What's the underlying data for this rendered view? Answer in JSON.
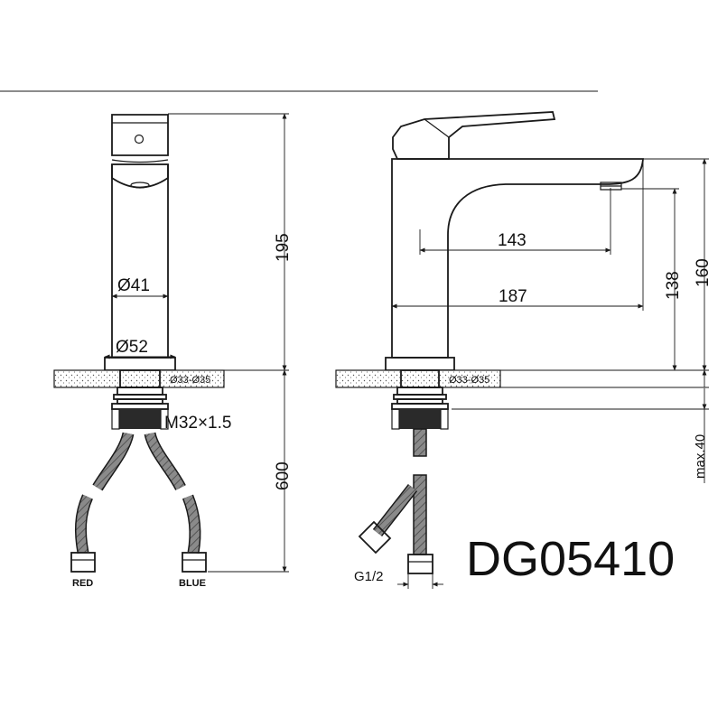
{
  "model_code": "DG05410",
  "front_view": {
    "height_label": "195",
    "body_diameter_label": "Ø41",
    "base_diameter_label": "Ø52",
    "hole_range_label": "Ø33-Ø35",
    "thread_label": "M32×1.5",
    "hose_length_label": "600",
    "hose_left_label": "RED",
    "hose_right_label": "BLUE"
  },
  "side_view": {
    "spout_reach_label": "143",
    "total_depth_label": "187",
    "spout_height_label": "138",
    "body_height_label": "160",
    "hole_range_label": "Ø33-Ø35",
    "max_thickness_label": "max.40",
    "connector_label": "G1/2"
  },
  "colors": {
    "line": "#1a1a1a",
    "hatch": "#666666",
    "background": "#ffffff"
  }
}
